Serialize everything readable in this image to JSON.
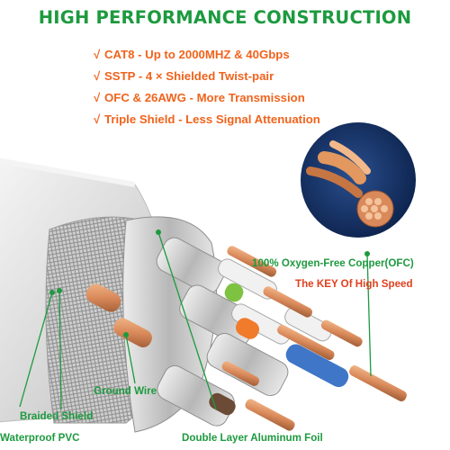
{
  "header": {
    "title": "HIGH PERFORMANCE CONSTRUCTION"
  },
  "features": [
    {
      "check": "√",
      "text": "CAT8 - Up to 2000MHZ & 40Gbps"
    },
    {
      "check": "√",
      "text": "SSTP - 4 × Shielded Twist-pair"
    },
    {
      "check": "√",
      "text": "OFC & 26AWG - More Transmission"
    },
    {
      "check": "√",
      "text": "Triple Shield - Less Signal Attenuation"
    }
  ],
  "callouts": {
    "copper": "100% Oxygen-Free Copper(OFC)",
    "key": "The KEY Of High Speed",
    "ground_wire": "Ground Wire",
    "braided_shield": "Braided Shield",
    "waterproof_pvc": "Waterproof PVC",
    "aluminum_foil": "Double Layer Aluminum Foil"
  },
  "colors": {
    "title_green": "#1d9a3f",
    "feature_orange": "#f0631c",
    "key_red": "#e0401e",
    "inset_background": "#0c2a5c",
    "copper": "#d9895a",
    "pair_green": "#7ec242",
    "pair_orange": "#ef7b2b",
    "pair_blue": "#3f76c8",
    "pair_brown": "#6b4a36"
  }
}
